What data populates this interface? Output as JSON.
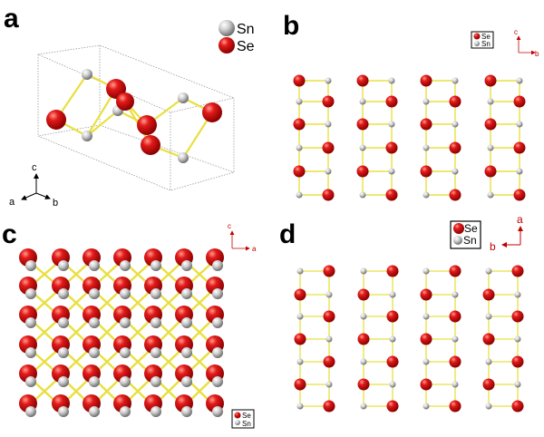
{
  "panels": {
    "a": {
      "label": "a",
      "legend": {
        "sn": "Sn",
        "se": "Se"
      },
      "axes": {
        "c": "c",
        "a": "a",
        "b": "b"
      }
    },
    "b": {
      "label": "b",
      "legend": {
        "se": "Se",
        "sn": "Sn"
      },
      "axes": {
        "c": "c",
        "b": "b"
      }
    },
    "c": {
      "label": "c",
      "legend": {
        "se": "Se",
        "sn": "Sn"
      },
      "axes": {
        "c": "c",
        "a": "a"
      }
    },
    "d": {
      "label": "d",
      "legend": {
        "se": "Se",
        "sn": "Sn"
      },
      "axes": {
        "a": "a",
        "b": "b"
      }
    }
  },
  "colors": {
    "se": "#dd1111",
    "sn": "#c8c8c8",
    "bond": "#e8e040",
    "cell": "#9a9a9a",
    "axis_red": "#c00000"
  }
}
